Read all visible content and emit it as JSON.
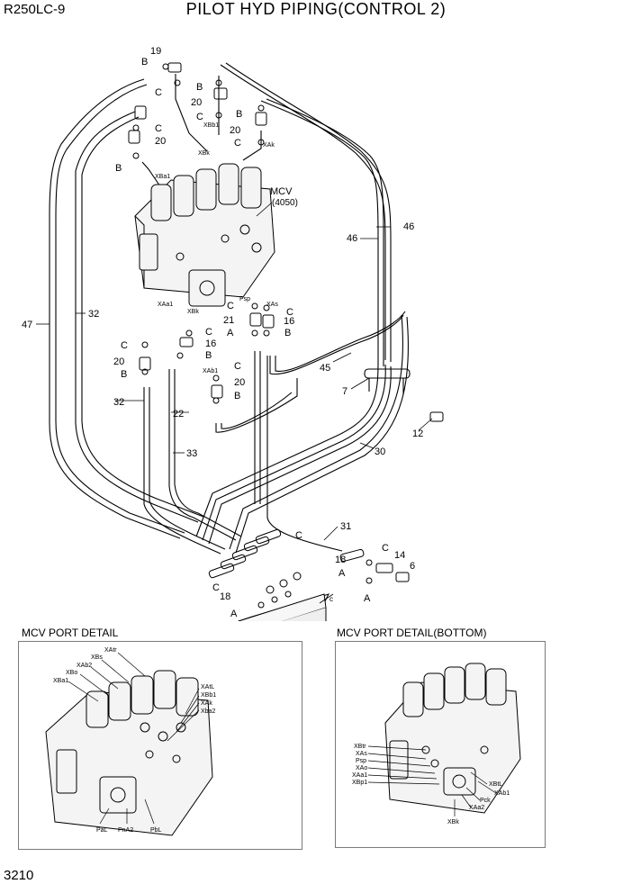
{
  "header": {
    "model": "R250LC-9",
    "title": "PILOT HYD PIPING(CONTROL 2)"
  },
  "footer": {
    "page_number": "3210"
  },
  "main_labels": {
    "mcv": "MCV",
    "mcv_part": "(4050)",
    "n19": "19",
    "n20": "20",
    "n21": "21",
    "n16": "16",
    "n22": "22",
    "n32": "32",
    "n33": "33",
    "n47": "47",
    "n46": "46",
    "n45": "45",
    "n7": "7",
    "n12": "12",
    "n30": "30",
    "n31": "31",
    "n14": "14",
    "n6": "6",
    "n18": "18",
    "B": "B",
    "C": "C",
    "A": "A",
    "xbk": "XBk",
    "xak": "XAk",
    "xbb1": "XBb1",
    "xba1": "XBa1",
    "xaa1": "XAa1",
    "xab1": "XAb1",
    "xas": "XAs",
    "psp": "Psp",
    "c_lower": "c"
  },
  "details": [
    {
      "title": "MCV PORT DETAIL",
      "ports": [
        "XAtr",
        "XBs",
        "XAb2",
        "XBo",
        "XBa1",
        "XAtL",
        "XBb1",
        "XAk",
        "Xba2",
        "PaL",
        "PnA2",
        "PbL"
      ]
    },
    {
      "title": "MCV PORT DETAIL(BOTTOM)",
      "ports": [
        "XBtr",
        "XAs",
        "Psp",
        "XAo",
        "XAa1",
        "XBp1",
        "XBtL",
        "XAb1",
        "Pck",
        "XAa2",
        "XBk"
      ]
    }
  ]
}
